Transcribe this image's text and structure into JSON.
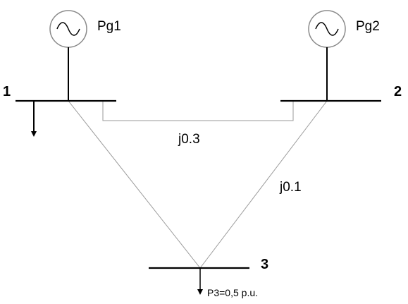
{
  "buses": [
    {
      "id": "bus-1",
      "label": "1"
    },
    {
      "id": "bus-2",
      "label": "2"
    },
    {
      "id": "bus-3",
      "label": "3"
    }
  ],
  "generators": [
    {
      "id": "gen-1",
      "label": "Pg1"
    },
    {
      "id": "gen-2",
      "label": "Pg2"
    }
  ],
  "lines": [
    {
      "id": "line-1-2",
      "impedance": "j0.3"
    },
    {
      "id": "line-2-3",
      "impedance": "j0.1"
    },
    {
      "id": "line-1-3",
      "impedance": ""
    }
  ],
  "loads": [
    {
      "id": "load-bus-1",
      "label": ""
    },
    {
      "id": "load-bus-3",
      "label": "P3=0,5 p.u."
    }
  ],
  "colors": {
    "bus": "#000000",
    "line": "#9a9a9a",
    "generator_outline": "#8a8a8a"
  },
  "icons": {
    "generator": "ac-source-icon",
    "load": "load-arrow-icon"
  }
}
